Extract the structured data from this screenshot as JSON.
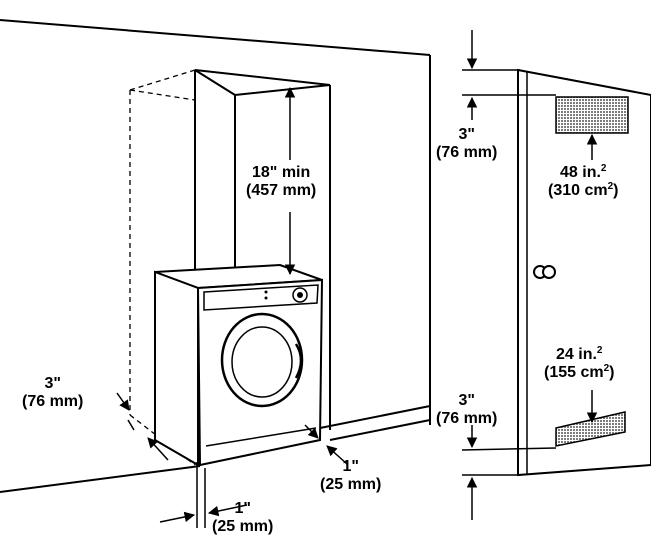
{
  "colors": {
    "ink": "#000000",
    "paper": "#ffffff",
    "hatch": "#9a9a9a"
  },
  "labels": {
    "clearance_top": {
      "line1": "18\" min",
      "line2": "(457 mm)"
    },
    "clearance_left_side": {
      "line1": "3\"",
      "line2": "(76 mm)"
    },
    "clearance_rear_right": {
      "line1": "1\"",
      "line2": "(25 mm)"
    },
    "clearance_rear_left": {
      "line1": "1\"",
      "line2": "(25 mm)"
    },
    "door_top_gap": {
      "line1": "3\"",
      "line2": "(76 mm)"
    },
    "door_bottom_gap": {
      "line1": "3\"",
      "line2": "(76 mm)"
    },
    "vent_top_area": {
      "value": "48 in.",
      "exp": "2",
      "metric_pre": "(310 cm",
      "metric_exp": "2",
      "metric_post": ")"
    },
    "vent_bottom_area": {
      "value": "24 in.",
      "exp": "2",
      "metric_pre": "(155 cm",
      "metric_exp": "2",
      "metric_post": ")"
    }
  }
}
